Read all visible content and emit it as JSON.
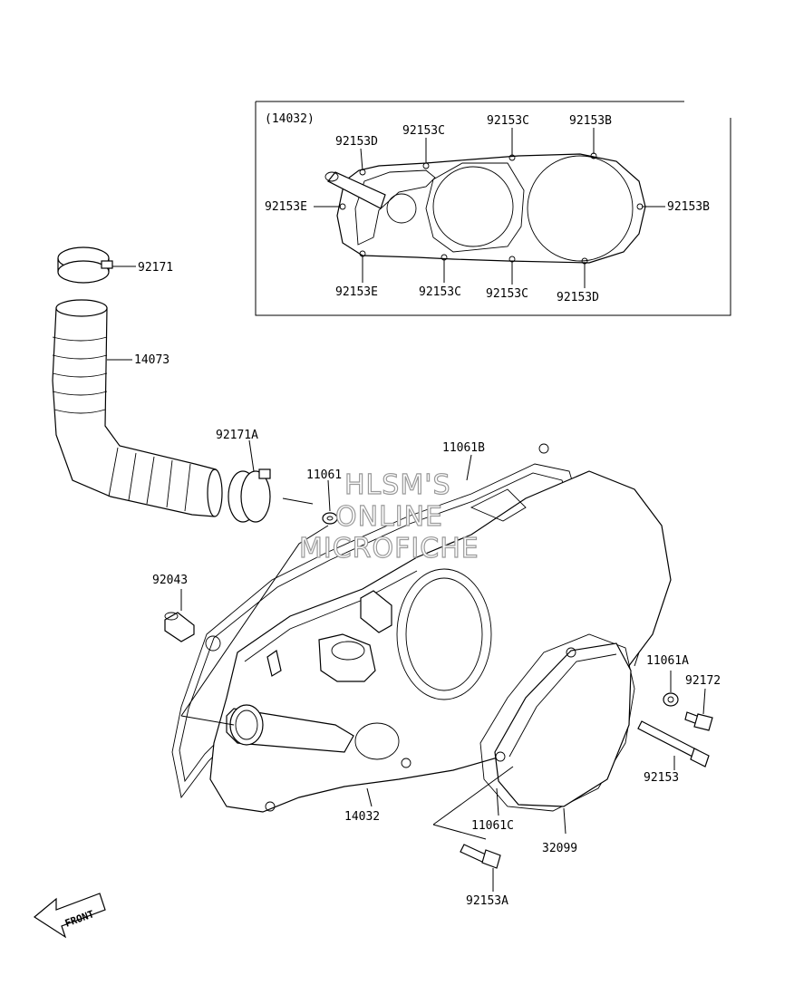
{
  "watermark": [
    "HLSM'S",
    "ONLINE",
    "MICROFICHE"
  ],
  "inset": {
    "ref": "(14032)",
    "labels": {
      "top_d": "92153D",
      "top_c1": "92153C",
      "top_c2": "92153C",
      "top_b": "92153B",
      "left_e": "92153E",
      "right_b": "92153B",
      "bot_e": "92153E",
      "bot_c1": "92153C",
      "bot_c2": "92153C",
      "bot_d": "92153D"
    }
  },
  "parts": {
    "p92171": "92171",
    "p14073": "14073",
    "p92171A": "92171A",
    "p11061B": "11061B",
    "p11061": "11061",
    "p92043": "92043",
    "p11061A": "11061A",
    "p92172": "92172",
    "p92153": "92153",
    "p14032": "14032",
    "p11061C": "11061C",
    "p32099": "32099",
    "p92153A": "92153A"
  },
  "front_label": "FRONT"
}
